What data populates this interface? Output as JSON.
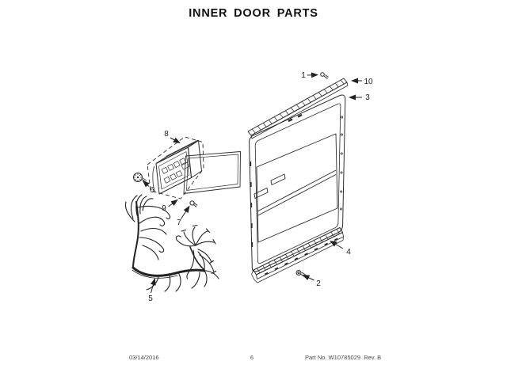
{
  "page": {
    "title": "INNER DOOR PARTS",
    "background": "#ffffff",
    "ink_color": "#2b2b2b"
  },
  "footer": {
    "date": "03/14/2016",
    "page_number": "6",
    "part_no": "Part No. W10785029  Rev. B"
  },
  "diagram": {
    "type": "exploded-parts-diagram",
    "callouts": [
      {
        "number": "1",
        "part": "top-trim-screw"
      },
      {
        "number": "2",
        "part": "vent-strip-screw"
      },
      {
        "number": "3",
        "part": "inner-door-panel"
      },
      {
        "number": "4",
        "part": "bottom-vent-strip"
      },
      {
        "number": "5",
        "part": "wire-harness"
      },
      {
        "number": "6",
        "part": "control-knob"
      },
      {
        "number": "7",
        "part": "console-screw"
      },
      {
        "number": "8",
        "part": "console-assembly"
      },
      {
        "number": "9",
        "part": "console-mount-point"
      },
      {
        "number": "10",
        "part": "top-trim-strip"
      }
    ]
  }
}
